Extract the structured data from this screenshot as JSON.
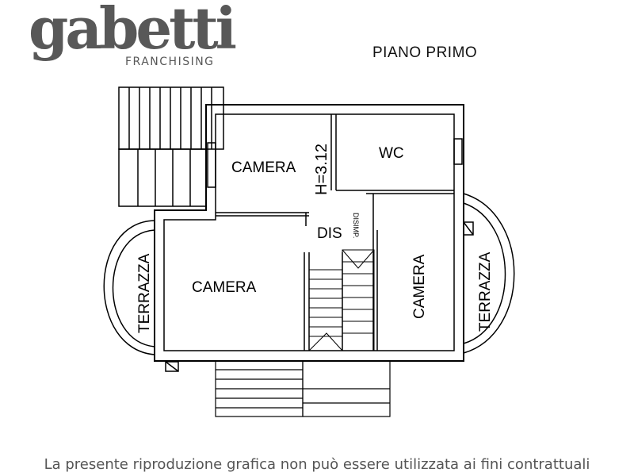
{
  "logo": {
    "word": "gabetti",
    "subtitle": "FRANCHISING"
  },
  "plan_title": "PIANO PRIMO",
  "rooms": {
    "camera_top": "CAMERA",
    "height_note": "H=3.12",
    "wc": "WC",
    "dis": "DIS",
    "disimp": "DISIMP.",
    "camera_left": "CAMERA",
    "camera_right": "CAMERA",
    "terrazza_left": "TERRAZZA",
    "terrazza_right": "TERRAZZA"
  },
  "disclaimer": "La presente riproduzione grafica non può essere utilizzata ai fini contrattuali"
}
